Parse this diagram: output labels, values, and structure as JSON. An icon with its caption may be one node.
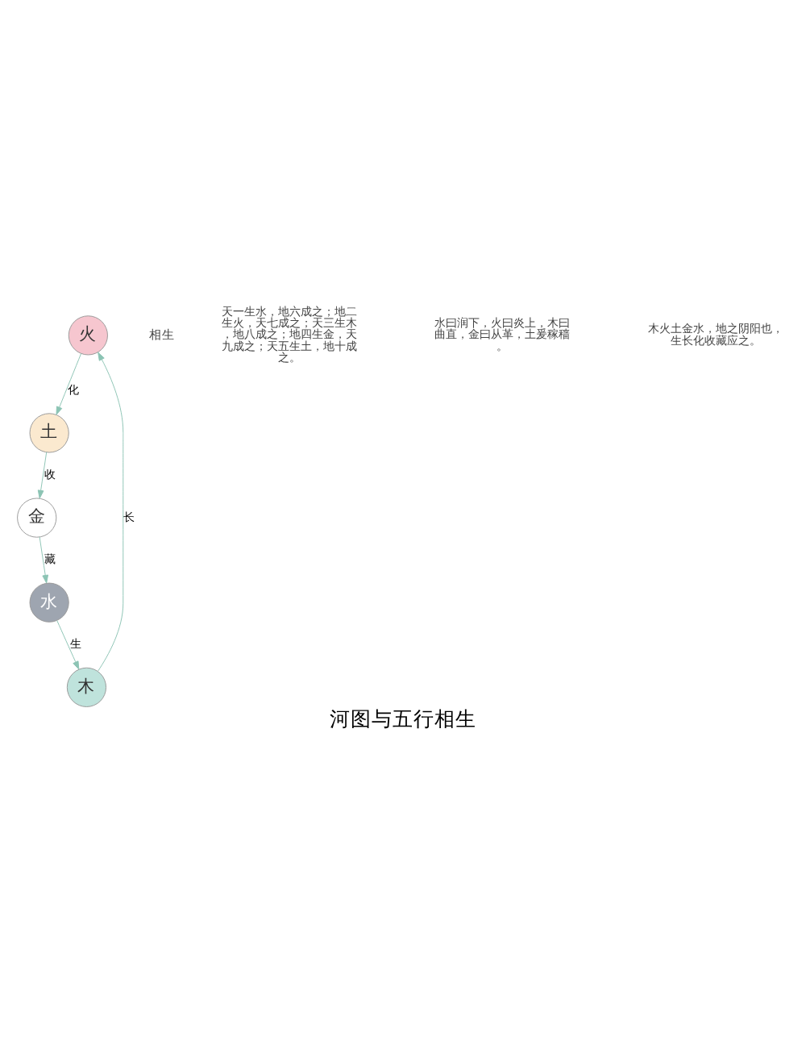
{
  "diagram": {
    "caption": "河图与五行相生",
    "nodes": [
      {
        "text": [
          "火"
        ]
      },
      {
        "text": [
          "木"
        ]
      },
      {
        "text": [
          "土"
        ]
      },
      {
        "text": [
          "金"
        ]
      },
      {
        "text": [
          "水"
        ]
      }
    ],
    "edges": [
      {
        "from": 1,
        "to": 0,
        "arrow": "to",
        "label": "长"
      },
      {
        "from": 0,
        "to": 2,
        "arrow": "to",
        "label": "化"
      },
      {
        "from": 2,
        "to": 3,
        "arrow": "to",
        "label": "收"
      },
      {
        "from": 3,
        "to": 4,
        "arrow": "to",
        "label": "藏"
      },
      {
        "from": 4,
        "to": 1,
        "arrow": "to",
        "label": "生"
      }
    ],
    "labels": [
      "相生",
      "天一生水，地六成之；地二生火，天七成之；天三生木，地八成之；地四生金，天九成之；天五生土，地十成之。",
      "水曰润下，火曰炎上，木曰曲直，金曰从革，土爰稼穑。",
      "木火土金水，地之阴阳也，生长化收藏应之。"
    ]
  }
}
